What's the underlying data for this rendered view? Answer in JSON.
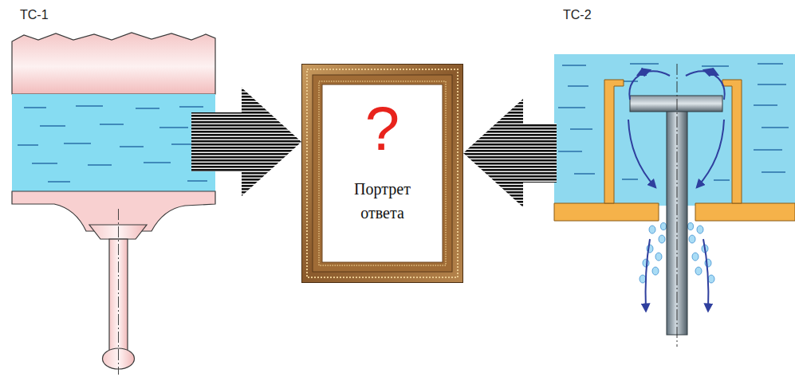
{
  "diagram": {
    "nodes": [
      {
        "text": [
          "ТС-1"
        ]
      },
      {
        "text": [
          "?",
          "Портрет ответа"
        ]
      },
      {
        "text": [
          "ТС-2"
        ]
      }
    ],
    "edges": [
      {
        "from": 0,
        "to": 1,
        "arrow": "to"
      },
      {
        "from": 2,
        "to": 1,
        "arrow": "to"
      }
    ]
  }
}
